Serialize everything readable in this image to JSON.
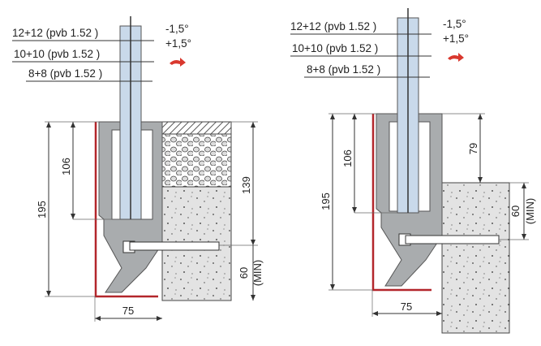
{
  "left_detail": {
    "glass_options": [
      "12+12 (pvb 1.52 )",
      "10+10 (pvb 1.52 )",
      "8+8 (pvb 1.52 )"
    ],
    "tilt_minus": "-1,5°",
    "tilt_plus": "+1,5°",
    "dim_total_height": "195",
    "dim_inner_height": "106",
    "dim_top_to_anchor": "139",
    "dim_min_edge": "60",
    "dim_min_label": "(MIN)",
    "dim_width": "75"
  },
  "right_detail": {
    "glass_options": [
      "12+12 (pvb 1.52 )",
      "10+10 (pvb 1.52 )",
      "8+8 (pvb 1.52 )"
    ],
    "tilt_minus": "-1,5°",
    "tilt_plus": "+1,5°",
    "dim_total_height": "195",
    "dim_inner_height": "106",
    "dim_top_to_slab": "79",
    "dim_min_edge": "60",
    "dim_min_label": "(MIN)",
    "dim_width": "75"
  },
  "colors": {
    "profile": "#a9acae",
    "glass": "#c9d9ea",
    "plate": "#b3262b",
    "concrete": "#e3e3e3",
    "arrow": "#d9382e"
  }
}
